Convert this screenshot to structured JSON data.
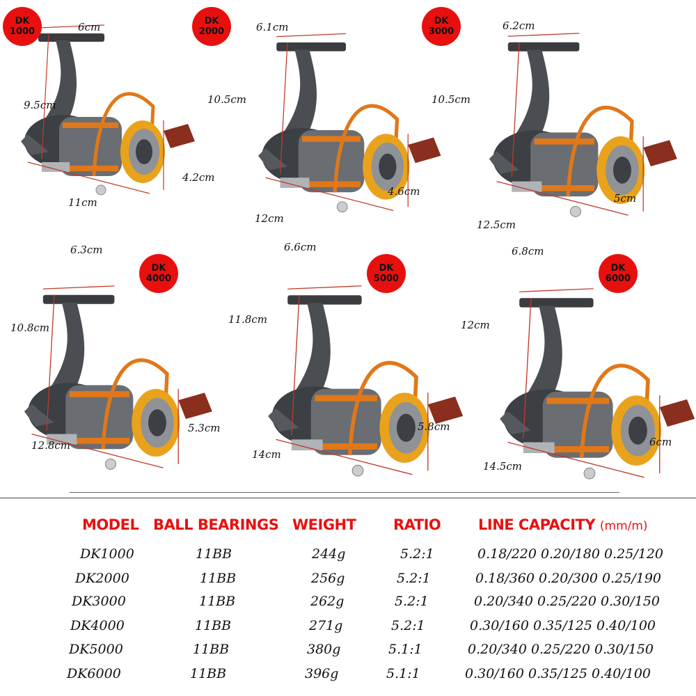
{
  "reels": [
    {
      "badge_line1": "DK",
      "badge_line2": "1000",
      "top": "6cm",
      "height": "9.5cm",
      "length": "11cm",
      "spool": "4.2cm"
    },
    {
      "badge_line1": "DK",
      "badge_line2": "2000",
      "top": "6.1cm",
      "height": "10.5cm",
      "length": "12cm",
      "spool": "4.6cm"
    },
    {
      "badge_line1": "DK",
      "badge_line2": "3000",
      "top": "6.2cm",
      "height": "10.5cm",
      "length": "12.5cm",
      "spool": "5cm"
    },
    {
      "badge_line1": "DK",
      "badge_line2": "4000",
      "top": "6.3cm",
      "height": "10.8cm",
      "length": "12.8cm",
      "spool": "5.3cm"
    },
    {
      "badge_line1": "DK",
      "badge_line2": "5000",
      "top": "6.6cm",
      "height": "11.8cm",
      "length": "14cm",
      "spool": "5.8cm"
    },
    {
      "badge_line1": "DK",
      "badge_line2": "6000",
      "top": "6.8cm",
      "height": "12cm",
      "length": "14.5cm",
      "spool": "6cm"
    }
  ],
  "table": {
    "headers": {
      "model": "MODEL",
      "bearings": "BALL BEARINGS",
      "weight": "WEIGHT",
      "ratio": "RATIO",
      "capacity": "LINE CAPACITY",
      "capacity_unit": "(mm/m)"
    },
    "rows": [
      {
        "model": "DK1000",
        "bearings": "11BB",
        "weight": "244g",
        "ratio": "5.2:1",
        "capacity": "0.18/220  0.20/180  0.25/120"
      },
      {
        "model": "DK2000",
        "bearings": "11BB",
        "weight": "256g",
        "ratio": "5.2:1",
        "capacity": "0.18/360  0.20/300  0.25/190"
      },
      {
        "model": "DK3000",
        "bearings": "11BB",
        "weight": "262g",
        "ratio": "5.2:1",
        "capacity": "0.20/340  0.25/220  0.30/150"
      },
      {
        "model": "DK4000",
        "bearings": "11BB",
        "weight": "271g",
        "ratio": "5.2:1",
        "capacity": "0.30/160  0.35/125  0.40/100"
      },
      {
        "model": "DK5000",
        "bearings": "11BB",
        "weight": "380g",
        "ratio": "5.1:1",
        "capacity": "0.20/340  0.25/220  0.30/150"
      },
      {
        "model": "DK6000",
        "bearings": "11BB",
        "weight": "396g",
        "ratio": "5.1:1",
        "capacity": "0.30/160  0.35/125  0.40/100"
      }
    ]
  },
  "colors": {
    "badge": "#e8100f",
    "header_text": "#e8100f",
    "reel_body": "#4a4d52",
    "reel_orange": "#e0781a",
    "spool_gold": "#e9a21c",
    "handle_wood": "#8a2e1e",
    "dimension_line": "#c0392b"
  }
}
